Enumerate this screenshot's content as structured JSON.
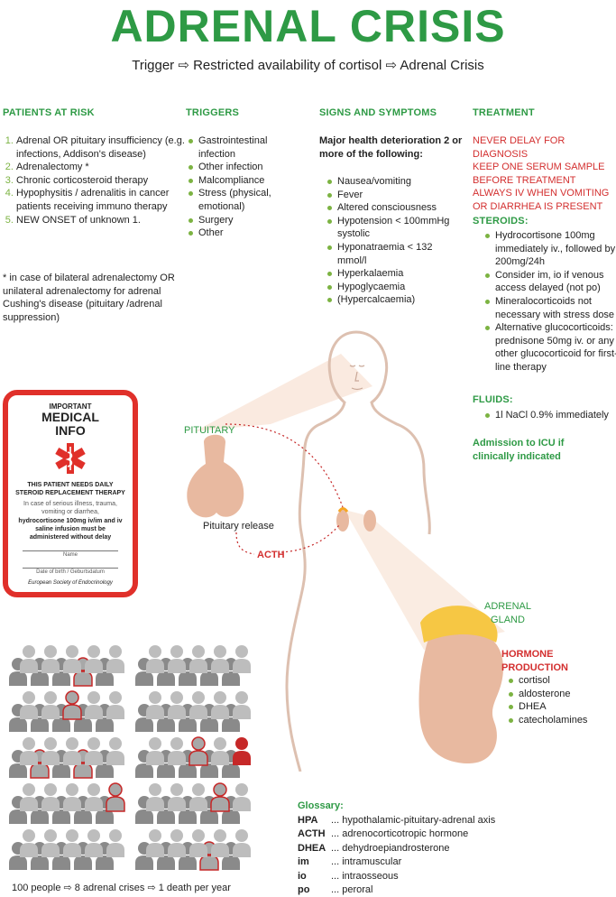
{
  "title": "ADRENAL CRISIS",
  "subtitle": "Trigger ⇨ Restricted availability of cortisol ⇨ Adrenal Crisis",
  "colors": {
    "accent_green": "#2e9a45",
    "bullet_green": "#7cb342",
    "alert_red": "#d32f2f",
    "skin": "#e8b9a0",
    "gland_yellow": "#f6c744"
  },
  "risk": {
    "heading": "PATIENTS AT RISK",
    "items": [
      "Adrenal OR pituitary insufficiency (e.g. infections, Addison's disease)",
      "Adrenalectomy *",
      "Chronic corticosteroid therapy",
      "Hypophysitis / adrenalitis in cancer patients receiving immuno therapy",
      "NEW ONSET of unknown 1."
    ],
    "footnote": "* in case of bilateral adrenalectomy OR unilateral adrenalectomy for adrenal Cushing's disease (pituitary /adrenal suppression)"
  },
  "triggers": {
    "heading": "TRIGGERS",
    "items": [
      "Gastrointestinal infection",
      "Other infection",
      "Malcompliance",
      "Stress (physical, emotional)",
      "Surgery",
      "Other"
    ]
  },
  "signs": {
    "heading": "SIGNS AND SYMPTOMS",
    "intro": "Major health deterioration 2 or more of the following:",
    "items": [
      "Nausea/vomiting",
      "Fever",
      "Altered consciousness",
      "Hypotension < 100mmHg systolic",
      "Hyponatraemia < 132 mmol/l",
      "Hyperkalaemia",
      "Hypoglycaemia",
      "(Hypercalcaemia)"
    ]
  },
  "treatment": {
    "heading": "TREATMENT",
    "alerts": [
      "NEVER DELAY FOR DIAGNOSIS",
      "KEEP ONE SERUM SAMPLE BEFORE TREATMENT",
      "ALWAYS IV WHEN VOMITING OR DIARRHEA IS PRESENT"
    ],
    "steroids_heading": "STEROIDS:",
    "steroids": [
      "Hydrocortisone 100mg immediately iv., followed by 200mg/24h",
      "Consider im, io if venous access delayed (not po)",
      "Mineralocorticoids not necessary with stress dose",
      "Alternative glucocorticoids: prednisone 50mg iv. or any other glucocorticoid for first-line therapy"
    ],
    "fluids_heading": "FLUIDS:",
    "fluids": [
      "1l NaCl 0.9% immediately"
    ],
    "icu": "Admission to ICU if clinically indicated"
  },
  "card": {
    "line1": "IMPORTANT",
    "line2": "MEDICAL",
    "line3": "INFO",
    "bold_text": "THIS PATIENT NEEDS DAILY STEROID REPLACEMENT THERAPY",
    "body": "In case of serious illness, trauma, vomiting or diarrhea,",
    "instruction": "hydrocortisone 100mg iv/im and iv saline infusion must be administered without delay",
    "name_label": "Name",
    "dob_label": "Date of birth / Geburtsdatum",
    "society": "European Society of Endocrinology"
  },
  "diagram": {
    "pituitary": "PITUITARY",
    "release": "Pituitary release",
    "acth": "ACTH",
    "adrenal": "ADRENAL GLAND",
    "hormone_heading": "HORMONE PRODUCTION",
    "hormones": [
      "cortisol",
      "aldosterone",
      "DHEA",
      "catecholamines"
    ]
  },
  "people": {
    "caption": "100 people ⇨ 8 adrenal crises ⇨ 1 death per year",
    "total": 100,
    "crises": 8,
    "deaths": 1
  },
  "glossary": {
    "heading": "Glossary:",
    "entries": [
      {
        "abbr": "HPA",
        "meaning": "hypothalamic-pituitary-adrenal axis"
      },
      {
        "abbr": "ACTH",
        "meaning": "adrenocorticotropic hormone"
      },
      {
        "abbr": "DHEA",
        "meaning": "dehydroepiandrosterone"
      },
      {
        "abbr": "im",
        "meaning": "intramuscular"
      },
      {
        "abbr": "io",
        "meaning": "intraosseous"
      },
      {
        "abbr": "po",
        "meaning": "peroral"
      }
    ]
  }
}
